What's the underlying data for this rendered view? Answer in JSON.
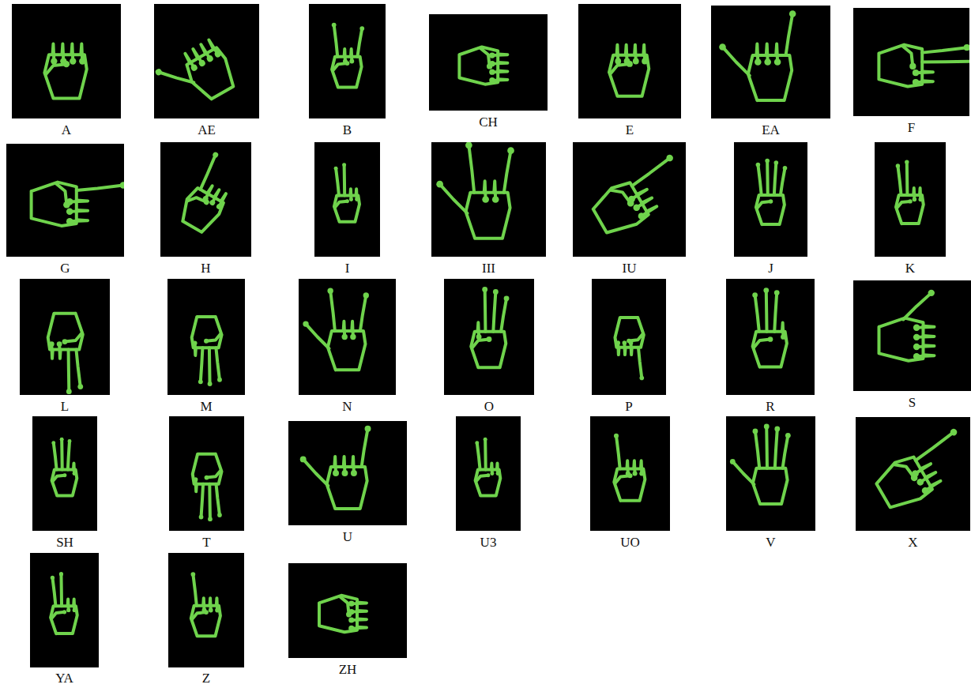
{
  "diagram": {
    "nodes": [
      {
        "text": [
          "A"
        ]
      },
      {
        "text": [
          "AE"
        ]
      },
      {
        "text": [
          "B"
        ]
      },
      {
        "text": [
          "CH"
        ]
      },
      {
        "text": [
          "E"
        ]
      },
      {
        "text": [
          "EA"
        ]
      },
      {
        "text": [
          "F"
        ]
      },
      {
        "text": [
          "G"
        ]
      },
      {
        "text": [
          "H"
        ]
      },
      {
        "text": [
          "I"
        ]
      },
      {
        "text": [
          "III"
        ]
      },
      {
        "text": [
          "IU"
        ]
      },
      {
        "text": [
          "J"
        ]
      },
      {
        "text": [
          "K"
        ]
      },
      {
        "text": [
          "L"
        ]
      },
      {
        "text": [
          "M"
        ]
      },
      {
        "text": [
          "N"
        ]
      },
      {
        "text": [
          "O"
        ]
      },
      {
        "text": [
          "P"
        ]
      },
      {
        "text": [
          "R"
        ]
      },
      {
        "text": [
          "S"
        ]
      },
      {
        "text": [
          "SH"
        ]
      },
      {
        "text": [
          "T"
        ]
      },
      {
        "text": [
          "U"
        ]
      },
      {
        "text": [
          "U3"
        ]
      },
      {
        "text": [
          "UO"
        ]
      },
      {
        "text": [
          "V"
        ]
      },
      {
        "text": [
          "X"
        ]
      },
      {
        "text": [
          "YA"
        ]
      },
      {
        "text": [
          "Z"
        ]
      },
      {
        "text": [
          "ZH"
        ]
      }
    ]
  }
}
